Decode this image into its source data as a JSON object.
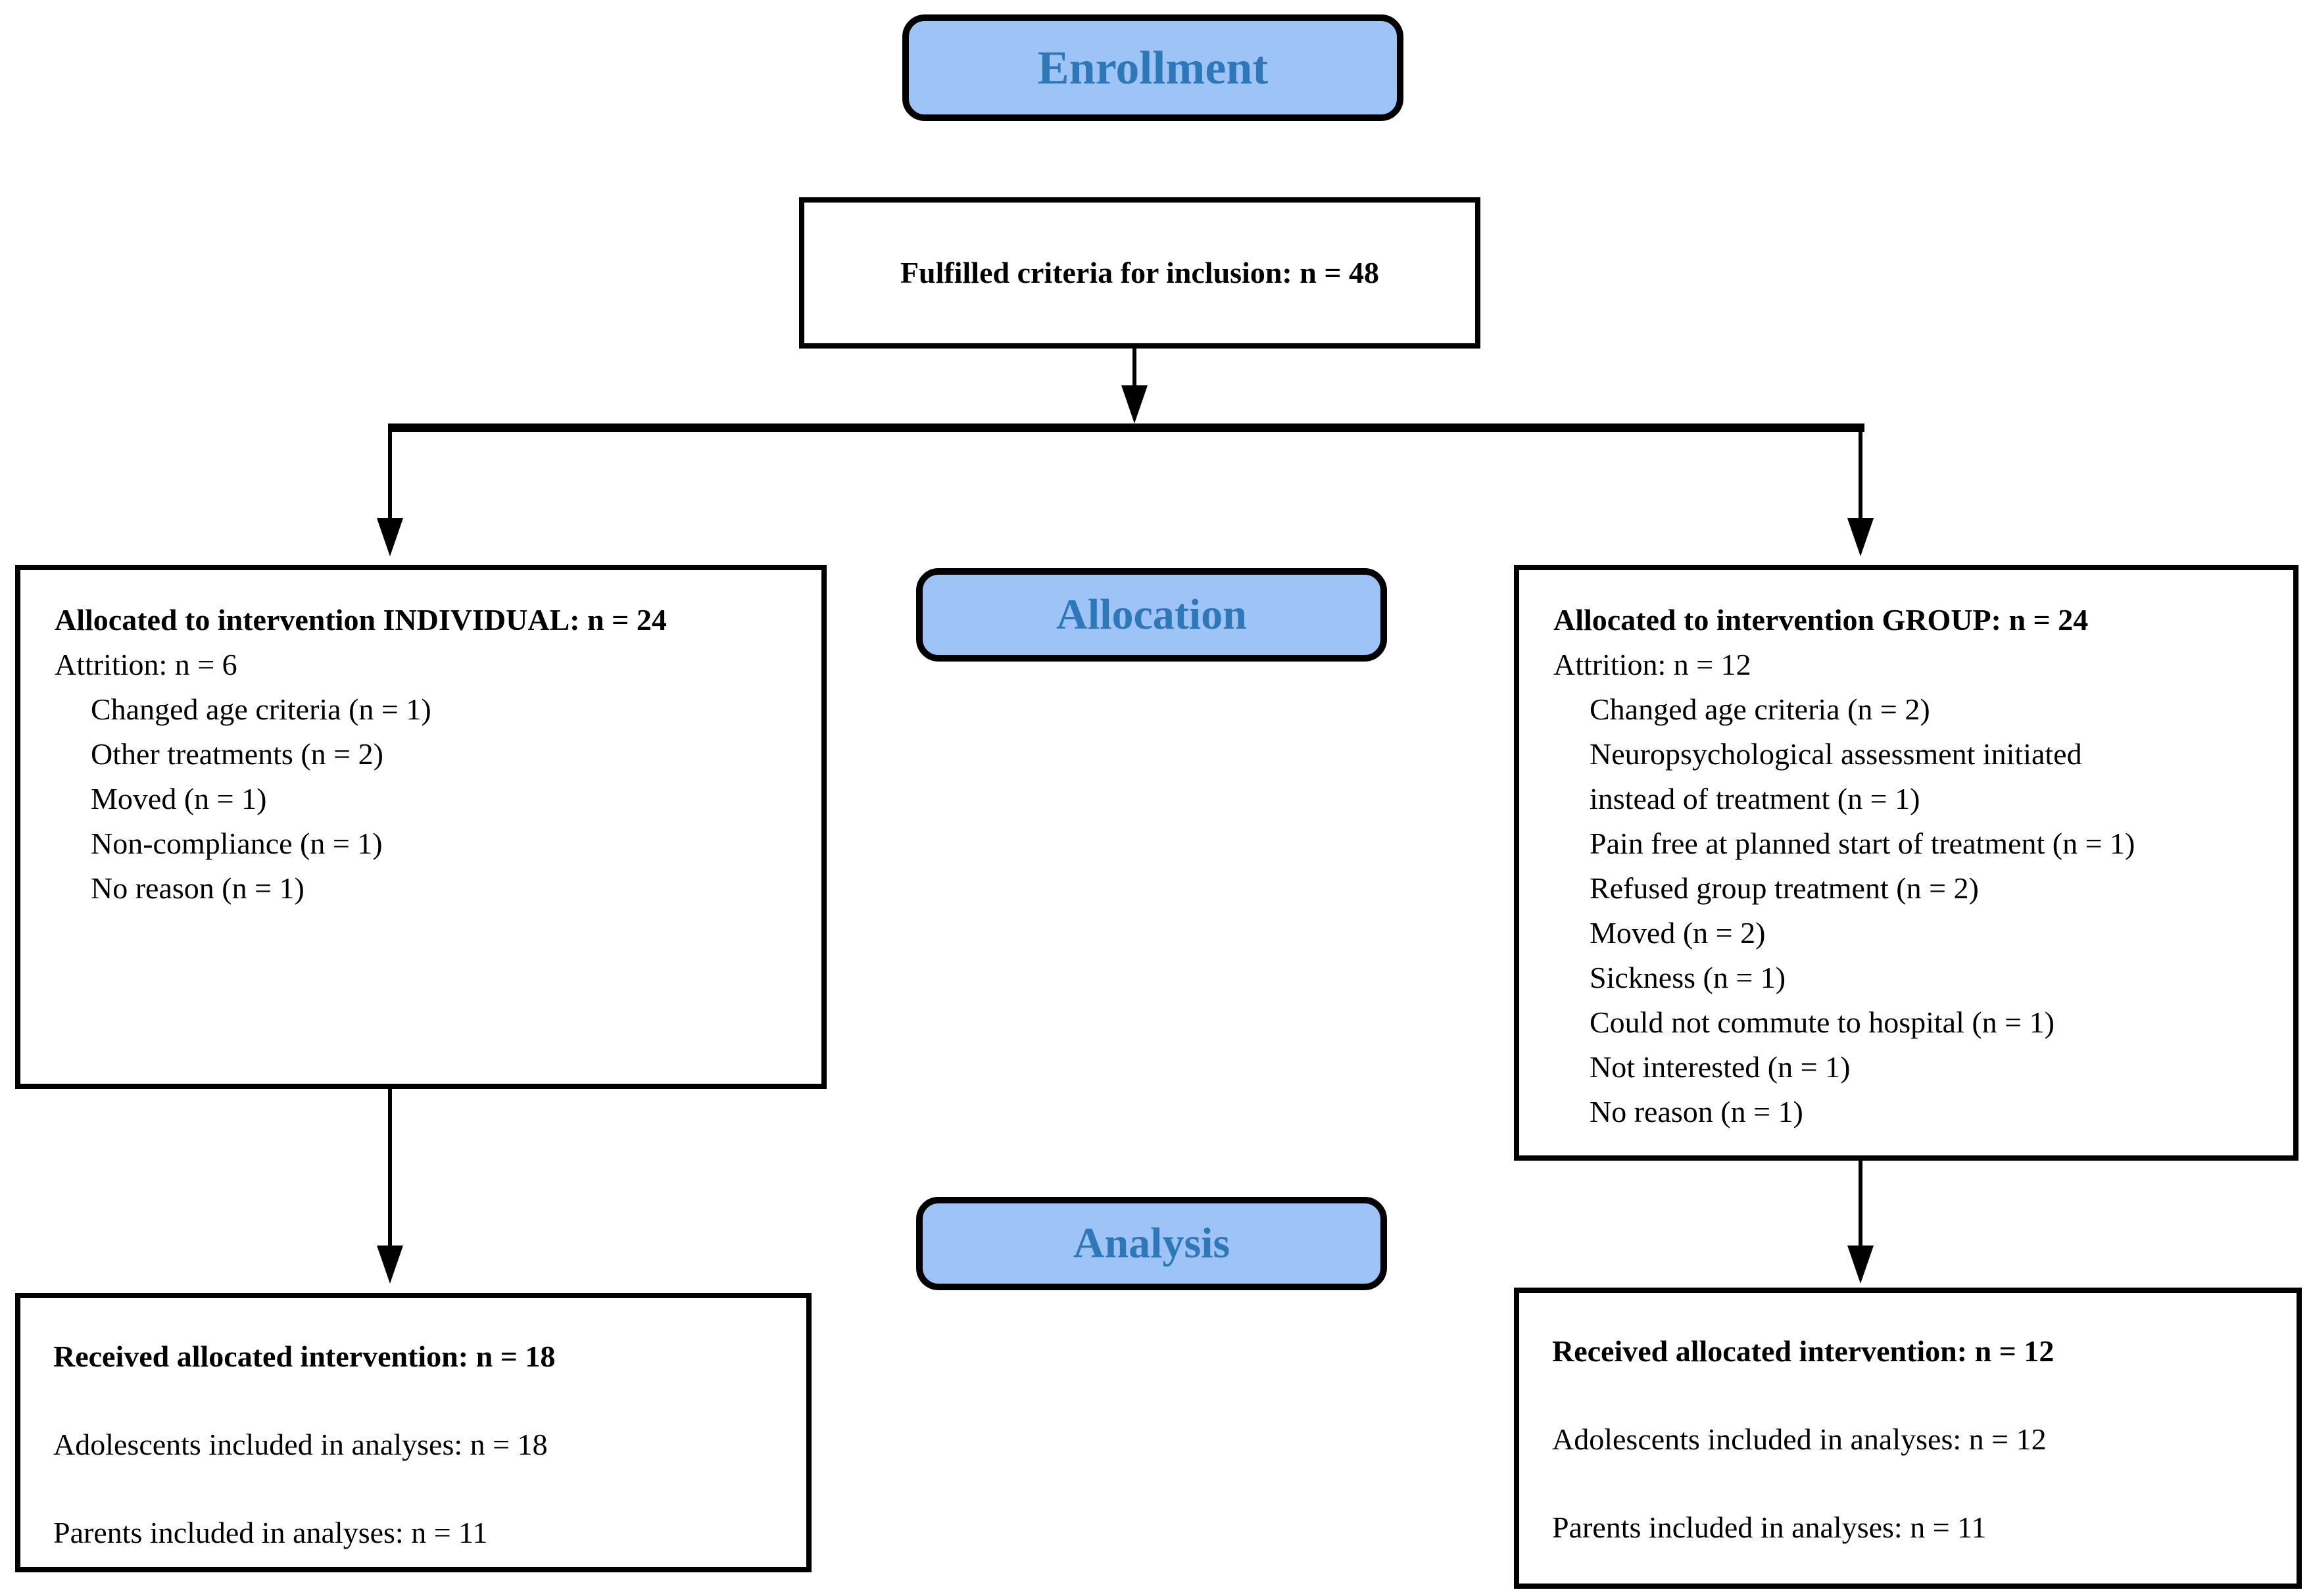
{
  "stages": {
    "enrollment_label": "Enrollment",
    "allocation_label": "Allocation",
    "analysis_label": "Analysis"
  },
  "colors": {
    "stage_fill": "#9DC3F7",
    "stage_text": "#2E78B8",
    "line": "#000000",
    "background": "#FFFFFF"
  },
  "fulfilled_box": {
    "text": "Fulfilled criteria for inclusion: n = 48"
  },
  "individual_arm": {
    "allocation_box": {
      "title": "Allocated to intervention INDIVIDUAL: n = 24",
      "attrition_line": "Attrition: n = 6",
      "attrition_reasons": [
        "Changed age criteria (n = 1)",
        "Other treatments (n = 2)",
        "Moved (n = 1)",
        "Non-compliance (n = 1)",
        "No reason (n = 1)"
      ]
    },
    "analysis_box": {
      "received_line": "Received allocated intervention: n = 18",
      "adolescents_line": "Adolescents included in analyses: n = 18",
      "parents_line": "Parents included in analyses: n = 11"
    }
  },
  "group_arm": {
    "allocation_box": {
      "title": "Allocated to intervention GROUP: n = 24",
      "attrition_line": "Attrition: n = 12",
      "attrition_reasons": [
        "Changed age criteria (n = 2)",
        "Neuropsychological assessment initiated\ninstead of treatment (n = 1)",
        "Pain free at planned start of treatment (n = 1)",
        "Refused group treatment (n = 2)",
        "Moved (n = 2)",
        "Sickness (n = 1)",
        "Could not commute to hospital (n = 1)",
        "Not interested (n = 1)",
        "No reason (n = 1)"
      ]
    },
    "analysis_box": {
      "received_line": "Received allocated intervention: n = 12",
      "adolescents_line": "Adolescents included in analyses: n = 12",
      "parents_line": "Parents included in analyses: n = 11"
    }
  }
}
